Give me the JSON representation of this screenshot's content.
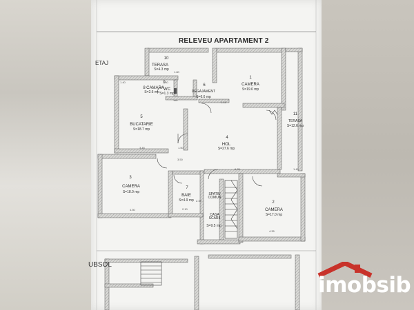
{
  "header": {
    "title": "RELEVEU APARTAMENT 2",
    "level_top": "ETAJ",
    "level_bottom": "UBSOL"
  },
  "rooms": [
    {
      "id": "terasa-sus",
      "number": "10",
      "name": "TERASA",
      "area": "S=4.3 mp"
    },
    {
      "id": "camara",
      "number": "8",
      "name": "CAMARA",
      "area": "S=2.6 mp"
    },
    {
      "id": "wc",
      "number": "9",
      "name": "WC",
      "area": "S=1.3 mp"
    },
    {
      "id": "degajament",
      "number": "6",
      "name": "DEGAJAMENT",
      "area": "S=6.6 mp"
    },
    {
      "id": "camera-1",
      "number": "1",
      "name": "CAMERA",
      "area": "S=19.6 mp"
    },
    {
      "id": "bucatarie",
      "number": "5",
      "name": "BUCATARIE",
      "area": "S=18.7 mp"
    },
    {
      "id": "terasa-dreapta",
      "number": "11",
      "name": "TERASA",
      "area": "S=12.6 mp"
    },
    {
      "id": "hol",
      "number": "4",
      "name": "HOL",
      "area": "S=27.6 mp"
    },
    {
      "id": "camera-3",
      "number": "3",
      "name": "CAMERA",
      "area": "S=18.0 mp"
    },
    {
      "id": "baie",
      "number": "7",
      "name": "BAIE",
      "area": "S=4.9 mp"
    },
    {
      "id": "spatiu-comun",
      "number": "",
      "name": "SPATIU COMUN",
      "area": ""
    },
    {
      "id": "casa-scarii",
      "number": "",
      "name": "CASA SCARII",
      "area": "S=9.5 mp"
    },
    {
      "id": "camera-2",
      "number": "2",
      "name": "CAMERA",
      "area": "S=17.0 mp"
    }
  ],
  "dimensions": [
    "1.40",
    "1.80",
    "1.40",
    "1.15",
    "3.45",
    "1.50",
    "3.50",
    "6.25",
    "4.50",
    "2.10",
    "4.35",
    "1.40",
    "1.45",
    "2.35"
  ],
  "watermark": {
    "text": "imobsib",
    "color": "#c8322a"
  }
}
